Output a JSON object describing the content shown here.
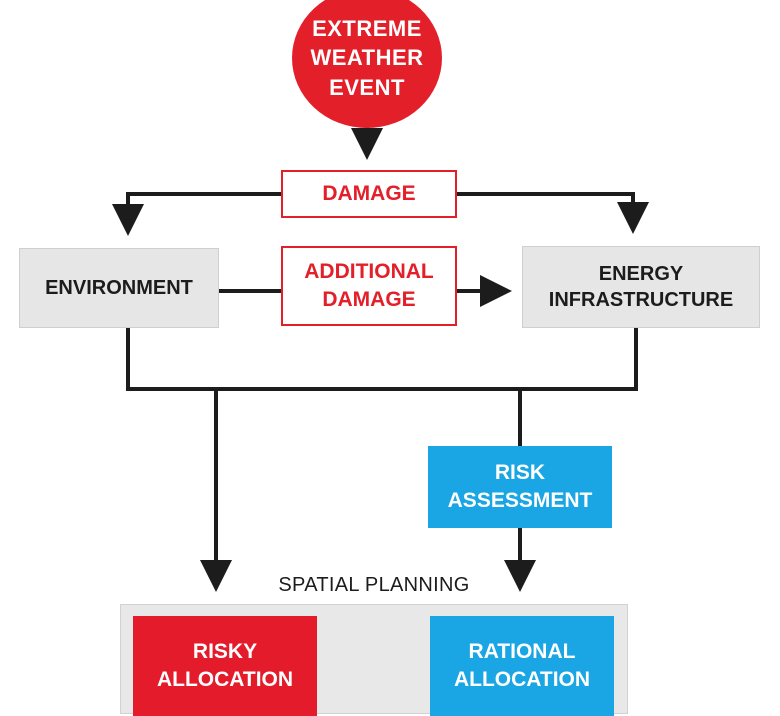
{
  "nodes": {
    "extreme_weather_event": "EXTREME\nWEATHER\nEVENT",
    "damage": "DAMAGE",
    "environment": "ENVIRONMENT",
    "additional_damage": "ADDITIONAL\nDAMAGE",
    "energy_infrastructure": "ENERGY\nINFRASTRUCTURE",
    "risk_assessment": "RISK\nASSESSMENT",
    "spatial_planning": "SPATIAL PLANNING",
    "risky_allocation": "RISKY\nALLOCATION",
    "rational_allocation": "RATIONAL\nALLOCATION"
  },
  "colors": {
    "red": "#e3202a",
    "blue": "#1aa6e4",
    "grey": "#e6e6e6",
    "line": "#1c1c1c"
  }
}
